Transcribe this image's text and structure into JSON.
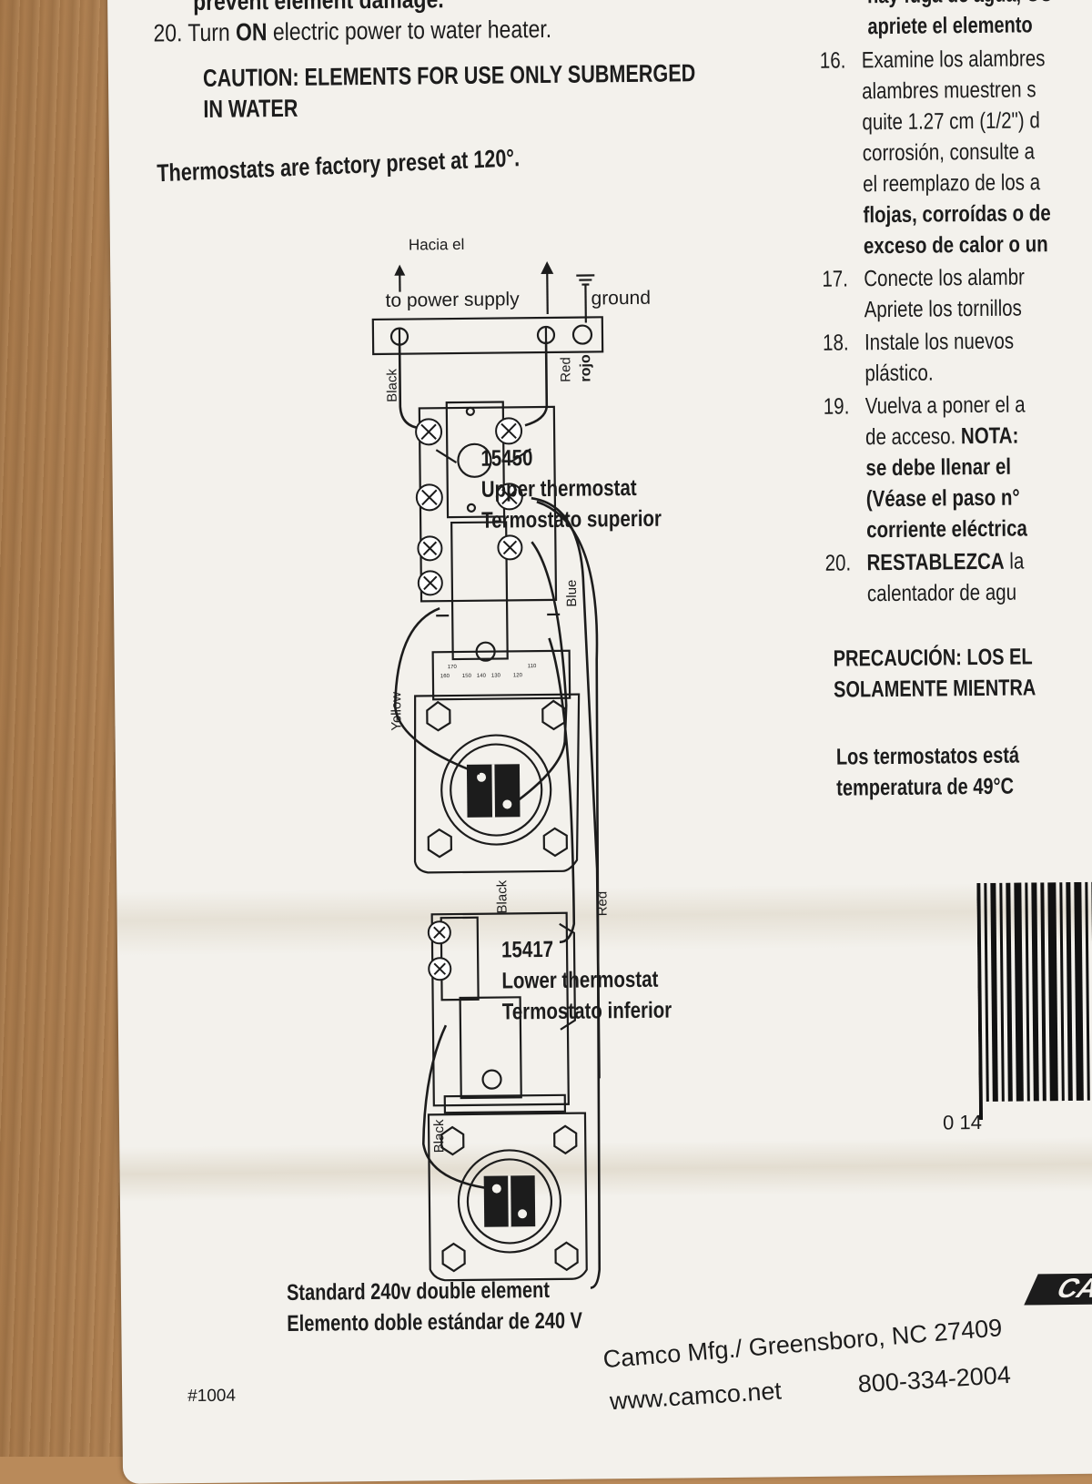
{
  "left_column": {
    "cut_top": "prevent element damage.",
    "step20": {
      "number": "20.",
      "pre": "Turn ",
      "bold": "ON",
      "post": " electric power to water heater."
    },
    "caution_1": "CAUTION:  ELEMENTS FOR USE ONLY SUBMERGED",
    "caution_2": "IN WATER",
    "preset": "Thermostats are factory preset at 120°."
  },
  "diagram": {
    "hacia": "Hacia el",
    "power_supply": "to power supply",
    "ground": "ground",
    "black": "Black",
    "red": "Red",
    "rojo": "rojo",
    "blue": "Blue",
    "yellow": "Yellow",
    "black2": "Black",
    "red2": "Red",
    "black3": "Black",
    "temp_marks": [
      "170",
      "160",
      "150",
      "140",
      "130",
      "120",
      "110"
    ],
    "upper_part": "15450",
    "upper_en": "Upper thermostat",
    "upper_es": "Termostato superior",
    "lower_part": "15417",
    "lower_en": "Lower thermostat",
    "lower_es": "Termostato inferior",
    "caption_en": "Standard 240v double element",
    "caption_es": "Elemento doble estándar de 240 V"
  },
  "right_column": {
    "top_1": "hay fuga de agua, CO",
    "top_2": "apriete el elemento",
    "s16": {
      "n": "16.",
      "lines": [
        "Examine los alambres",
        "alambres muestren s",
        "quite 1.27 cm (1/2\") d",
        "corrosión, consulte a",
        "el reemplazo de los a"
      ],
      "bold": [
        "flojas, corroídas o de",
        "exceso de calor o un"
      ]
    },
    "s17": {
      "n": "17.",
      "lines": [
        "Conecte los alambr",
        "Apriete los tornillos"
      ]
    },
    "s18": {
      "n": "18.",
      "lines": [
        "Instale los nuevos",
        "plástico."
      ]
    },
    "s19": {
      "n": "19.",
      "line1": "Vuelva a poner el a",
      "line2_pre": "de acceso. ",
      "line2_bold": "NOTA:",
      "bold": [
        "se debe llenar el",
        "(Véase el paso n°",
        "corriente eléctrica"
      ]
    },
    "s20": {
      "n": "20.",
      "bold": "RESTABLEZCA",
      "post": " la",
      "line2": "calentador de agu"
    },
    "precaucion_1": "PRECAUCIÓN: LOS EL",
    "precaucion_2": "SOLAMENTE MIENTRA",
    "termo_1": "Los termostatos está",
    "termo_2": "temperatura de 49°C",
    "barcode_digits": "0   14"
  },
  "footer": {
    "company": "Camco Mfg./ Greensboro, NC 27409",
    "website": "www.camco.net",
    "phone": "800-334-2004",
    "code": "#1004",
    "logo": "CA"
  },
  "colors": {
    "paper": "#f3f1ec",
    "ink": "#1c1c1c",
    "wood": "#b98a5a"
  }
}
